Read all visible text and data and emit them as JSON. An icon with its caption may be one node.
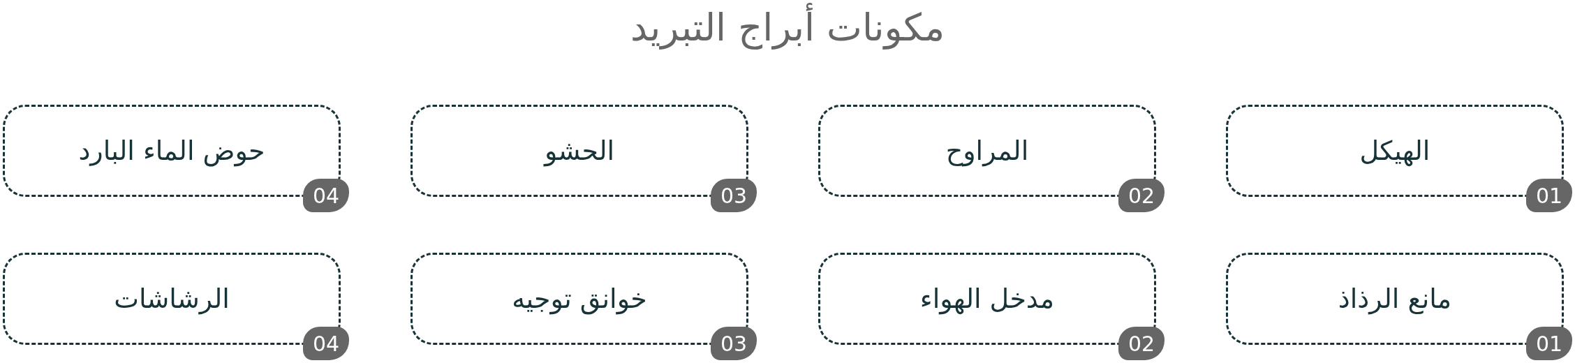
{
  "diagram": {
    "title": "مكونات أبراج التبريد",
    "nodes": [
      {
        "text": [
          "الهيكل"
        ]
      },
      {
        "text": [
          "01"
        ]
      },
      {
        "text": [
          "المراوح"
        ]
      },
      {
        "text": [
          "02"
        ]
      },
      {
        "text": [
          "الحشو"
        ]
      },
      {
        "text": [
          "03"
        ]
      },
      {
        "text": [
          "حوض الماء البارد"
        ]
      },
      {
        "text": [
          "04"
        ]
      },
      {
        "text": [
          "مانع الرذاذ"
        ]
      },
      {
        "text": [
          "01"
        ]
      },
      {
        "text": [
          "مدخل الهواء"
        ]
      },
      {
        "text": [
          "02"
        ]
      },
      {
        "text": [
          "خوانق توجيه"
        ]
      },
      {
        "text": [
          "03"
        ]
      },
      {
        "text": [
          "الرشاشات"
        ]
      },
      {
        "text": [
          "04"
        ]
      }
    ]
  }
}
